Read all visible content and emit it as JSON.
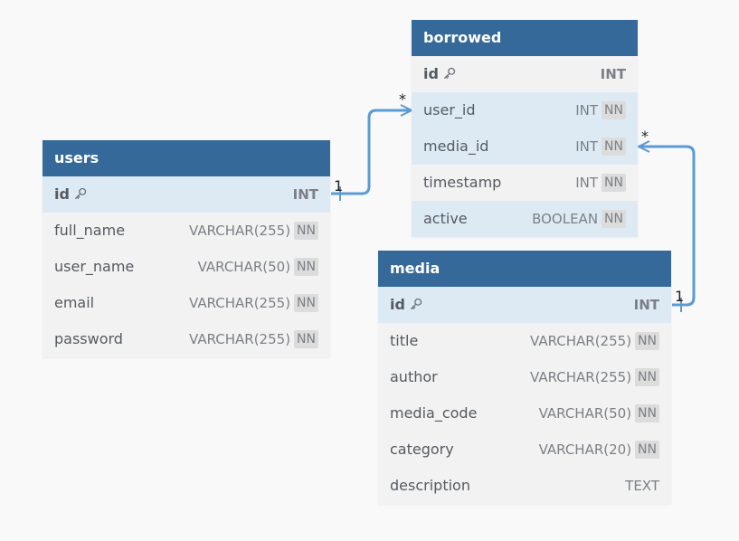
{
  "tables": {
    "users": {
      "title": "users",
      "columns": [
        {
          "name": "id",
          "type": "INT",
          "pk": true,
          "nn": false
        },
        {
          "name": "full_name",
          "type": "VARCHAR(255)",
          "pk": false,
          "nn": true
        },
        {
          "name": "user_name",
          "type": "VARCHAR(50)",
          "pk": false,
          "nn": true
        },
        {
          "name": "email",
          "type": "VARCHAR(255)",
          "pk": false,
          "nn": true
        },
        {
          "name": "password",
          "type": "VARCHAR(255)",
          "pk": false,
          "nn": true
        }
      ]
    },
    "borrowed": {
      "title": "borrowed",
      "columns": [
        {
          "name": "id",
          "type": "INT",
          "pk": true,
          "nn": false
        },
        {
          "name": "user_id",
          "type": "INT",
          "pk": false,
          "nn": true
        },
        {
          "name": "media_id",
          "type": "INT",
          "pk": false,
          "nn": true
        },
        {
          "name": "timestamp",
          "type": "INT",
          "pk": false,
          "nn": true
        },
        {
          "name": "active",
          "type": "BOOLEAN",
          "pk": false,
          "nn": true
        }
      ]
    },
    "media": {
      "title": "media",
      "columns": [
        {
          "name": "id",
          "type": "INT",
          "pk": true,
          "nn": false
        },
        {
          "name": "title",
          "type": "VARCHAR(255)",
          "pk": false,
          "nn": true
        },
        {
          "name": "author",
          "type": "VARCHAR(255)",
          "pk": false,
          "nn": true
        },
        {
          "name": "media_code",
          "type": "VARCHAR(50)",
          "pk": false,
          "nn": true
        },
        {
          "name": "category",
          "type": "VARCHAR(20)",
          "pk": false,
          "nn": true
        },
        {
          "name": "description",
          "type": "TEXT",
          "pk": false,
          "nn": false
        }
      ]
    }
  },
  "nn_label": "NN",
  "relations": {
    "users_borrowed": {
      "from_card": "1",
      "to_card": "*"
    },
    "media_borrowed": {
      "from_card": "1",
      "to_card": "*"
    }
  },
  "colors": {
    "header": "#356999",
    "highlight_row": "#deeaf3",
    "plain_row": "#f2f2f2",
    "relation_line": "#5b9bd5"
  }
}
